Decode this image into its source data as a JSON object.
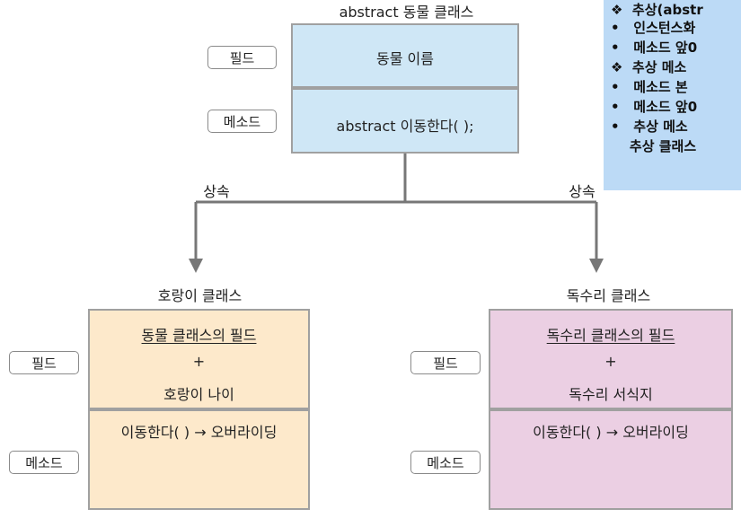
{
  "top": {
    "title": "abstract 동물 클래스",
    "field_label": "필드",
    "method_label": "메소드",
    "field_value": "동물 이름",
    "method_value": "abstract 이동한다( );"
  },
  "inherit": {
    "left": "상속",
    "right": "상속"
  },
  "tiger": {
    "title": "호랑이 클래스",
    "field_label": "필드",
    "method_label": "메소드",
    "field_line1": "동물 클래스의 필드",
    "field_plus": "+",
    "field_line3": "호랑이 나이",
    "method_value": "이동한다( ) → 오버라이딩"
  },
  "eagle": {
    "title": "독수리 클래스",
    "field_label": "필드",
    "method_label": "메소드",
    "field_line1": "독수리 클래스의 필드",
    "field_plus": "+",
    "field_line3": "독수리 서식지",
    "method_value": "이동한다( ) → 오버라이딩"
  },
  "notes": [
    {
      "bullet": "❖",
      "text": "추상(abstr"
    },
    {
      "bullet": "•",
      "text": "인스턴스화"
    },
    {
      "bullet": "•",
      "text": "메소드 앞0"
    },
    {
      "bullet": "❖",
      "text": "추상 메소"
    },
    {
      "bullet": "•",
      "text": "메소드 본"
    },
    {
      "bullet": "•",
      "text": "메소드 앞0"
    },
    {
      "bullet": "•",
      "text": "추상 메소"
    },
    {
      "bullet": "",
      "text": "추상 클래스"
    }
  ]
}
